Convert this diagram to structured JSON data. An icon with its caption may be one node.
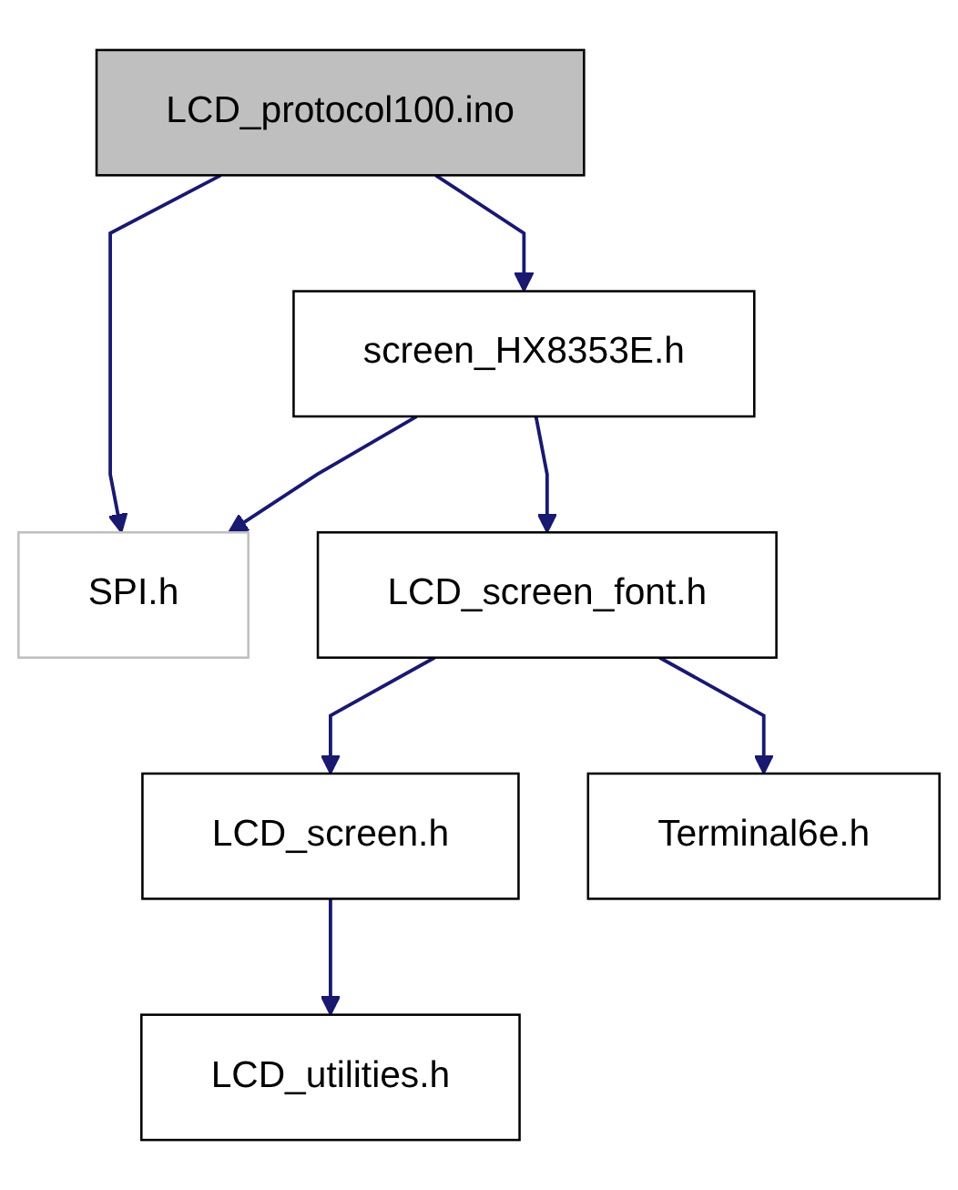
{
  "diagram": {
    "nodes": [
      {
        "text": [
          "LCD_protocol100.ino"
        ]
      },
      {
        "text": [
          "screen_HX8353E.h"
        ]
      },
      {
        "text": [
          "SPI.h"
        ]
      },
      {
        "text": [
          "LCD_screen_font.h"
        ]
      },
      {
        "text": [
          "LCD_screen.h"
        ]
      },
      {
        "text": [
          "Terminal6e.h"
        ]
      },
      {
        "text": [
          "LCD_utilities.h"
        ]
      }
    ],
    "edges": [
      {
        "from": 0,
        "to": 2,
        "arrow": "to"
      },
      {
        "from": 0,
        "to": 1,
        "arrow": "to"
      },
      {
        "from": 1,
        "to": 2,
        "arrow": "to"
      },
      {
        "from": 1,
        "to": 3,
        "arrow": "to"
      },
      {
        "from": 3,
        "to": 4,
        "arrow": "to"
      },
      {
        "from": 3,
        "to": 5,
        "arrow": "to"
      },
      {
        "from": 4,
        "to": 6,
        "arrow": "to"
      }
    ]
  }
}
